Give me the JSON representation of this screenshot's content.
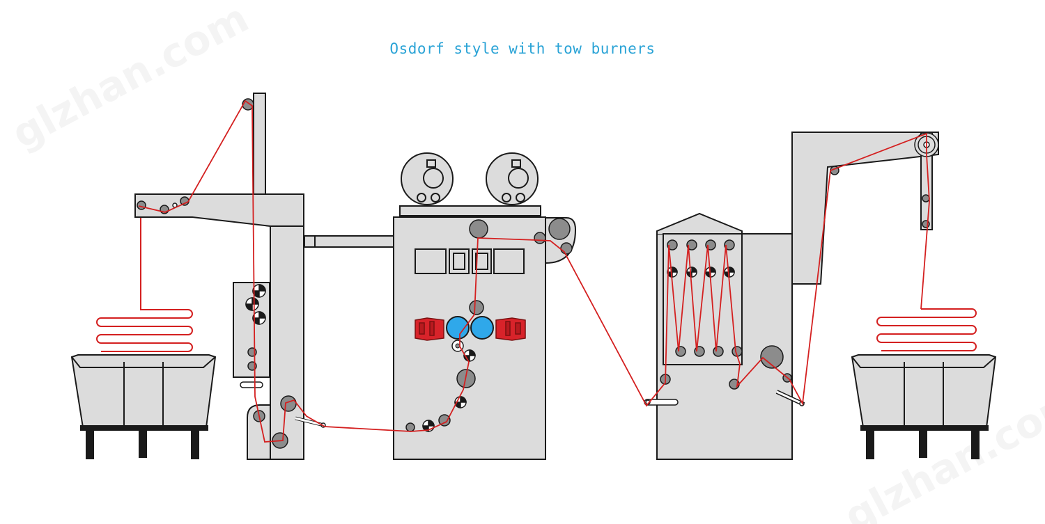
{
  "diagram": {
    "title": "Osdorf style with tow burners"
  },
  "watermarks": [
    "glzhan.com",
    "glzhan.com"
  ],
  "colors": {
    "machine_fill": "#dcdcdc",
    "outline": "#1a1a1a",
    "tow_path": "#d42020",
    "roller_fill": "#8c8c8c",
    "calender_roll": "#2fa8ea",
    "burner": "#d8232a",
    "title": "#2aa3d6"
  },
  "components": [
    {
      "name": "left-tow-can",
      "icon": "cart-icon"
    },
    {
      "name": "creel-frame",
      "icon": "frame-icon"
    },
    {
      "name": "tow-burner-unit",
      "icon": "burner-icon"
    },
    {
      "name": "festoon-tower",
      "icon": "tower-icon"
    },
    {
      "name": "right-tow-can",
      "icon": "cart-icon"
    }
  ]
}
